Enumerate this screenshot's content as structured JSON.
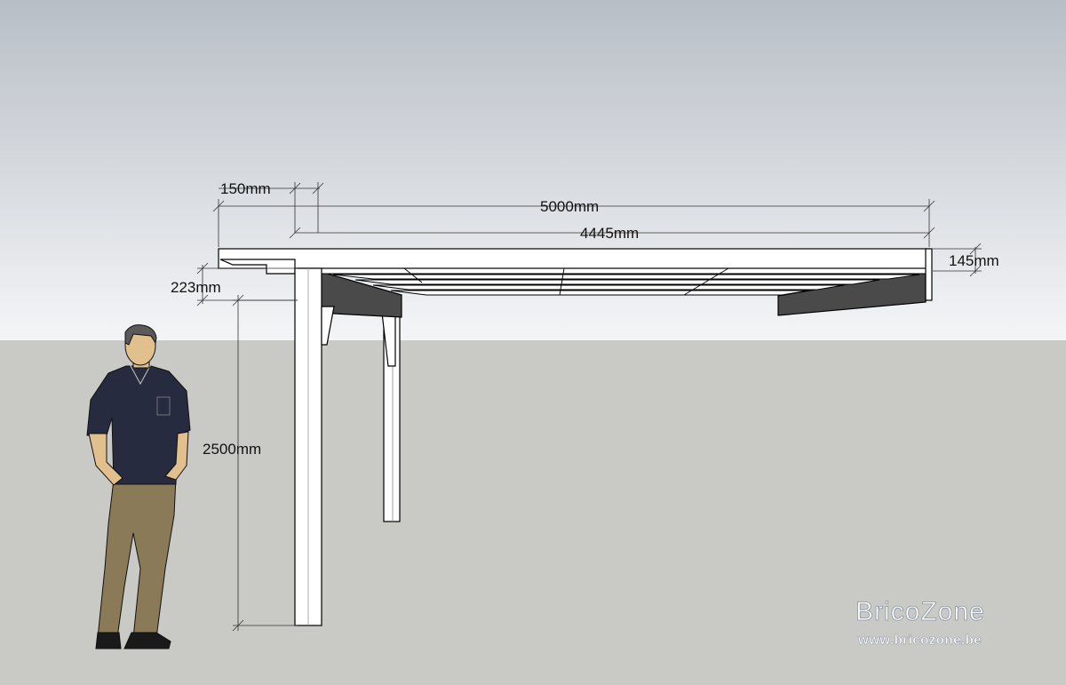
{
  "dimensions": {
    "overhang": "150mm",
    "total_length": "5000mm",
    "span_length": "4445mm",
    "beam_height_front": "145mm",
    "beam_height_rear": "223mm",
    "post_height": "2500mm"
  },
  "watermark": {
    "brand": "BricoZone",
    "url": "www.bricozone.be"
  },
  "colors": {
    "sky_top": "#b8bec6",
    "sky_bottom": "#f4f5f7",
    "ground": "#c9c9c5",
    "wood": "#ffffff",
    "shadow": "#4a4a4a",
    "shirt": "#262b40",
    "pants": "#8a7a57",
    "skin": "#e2c08d"
  }
}
